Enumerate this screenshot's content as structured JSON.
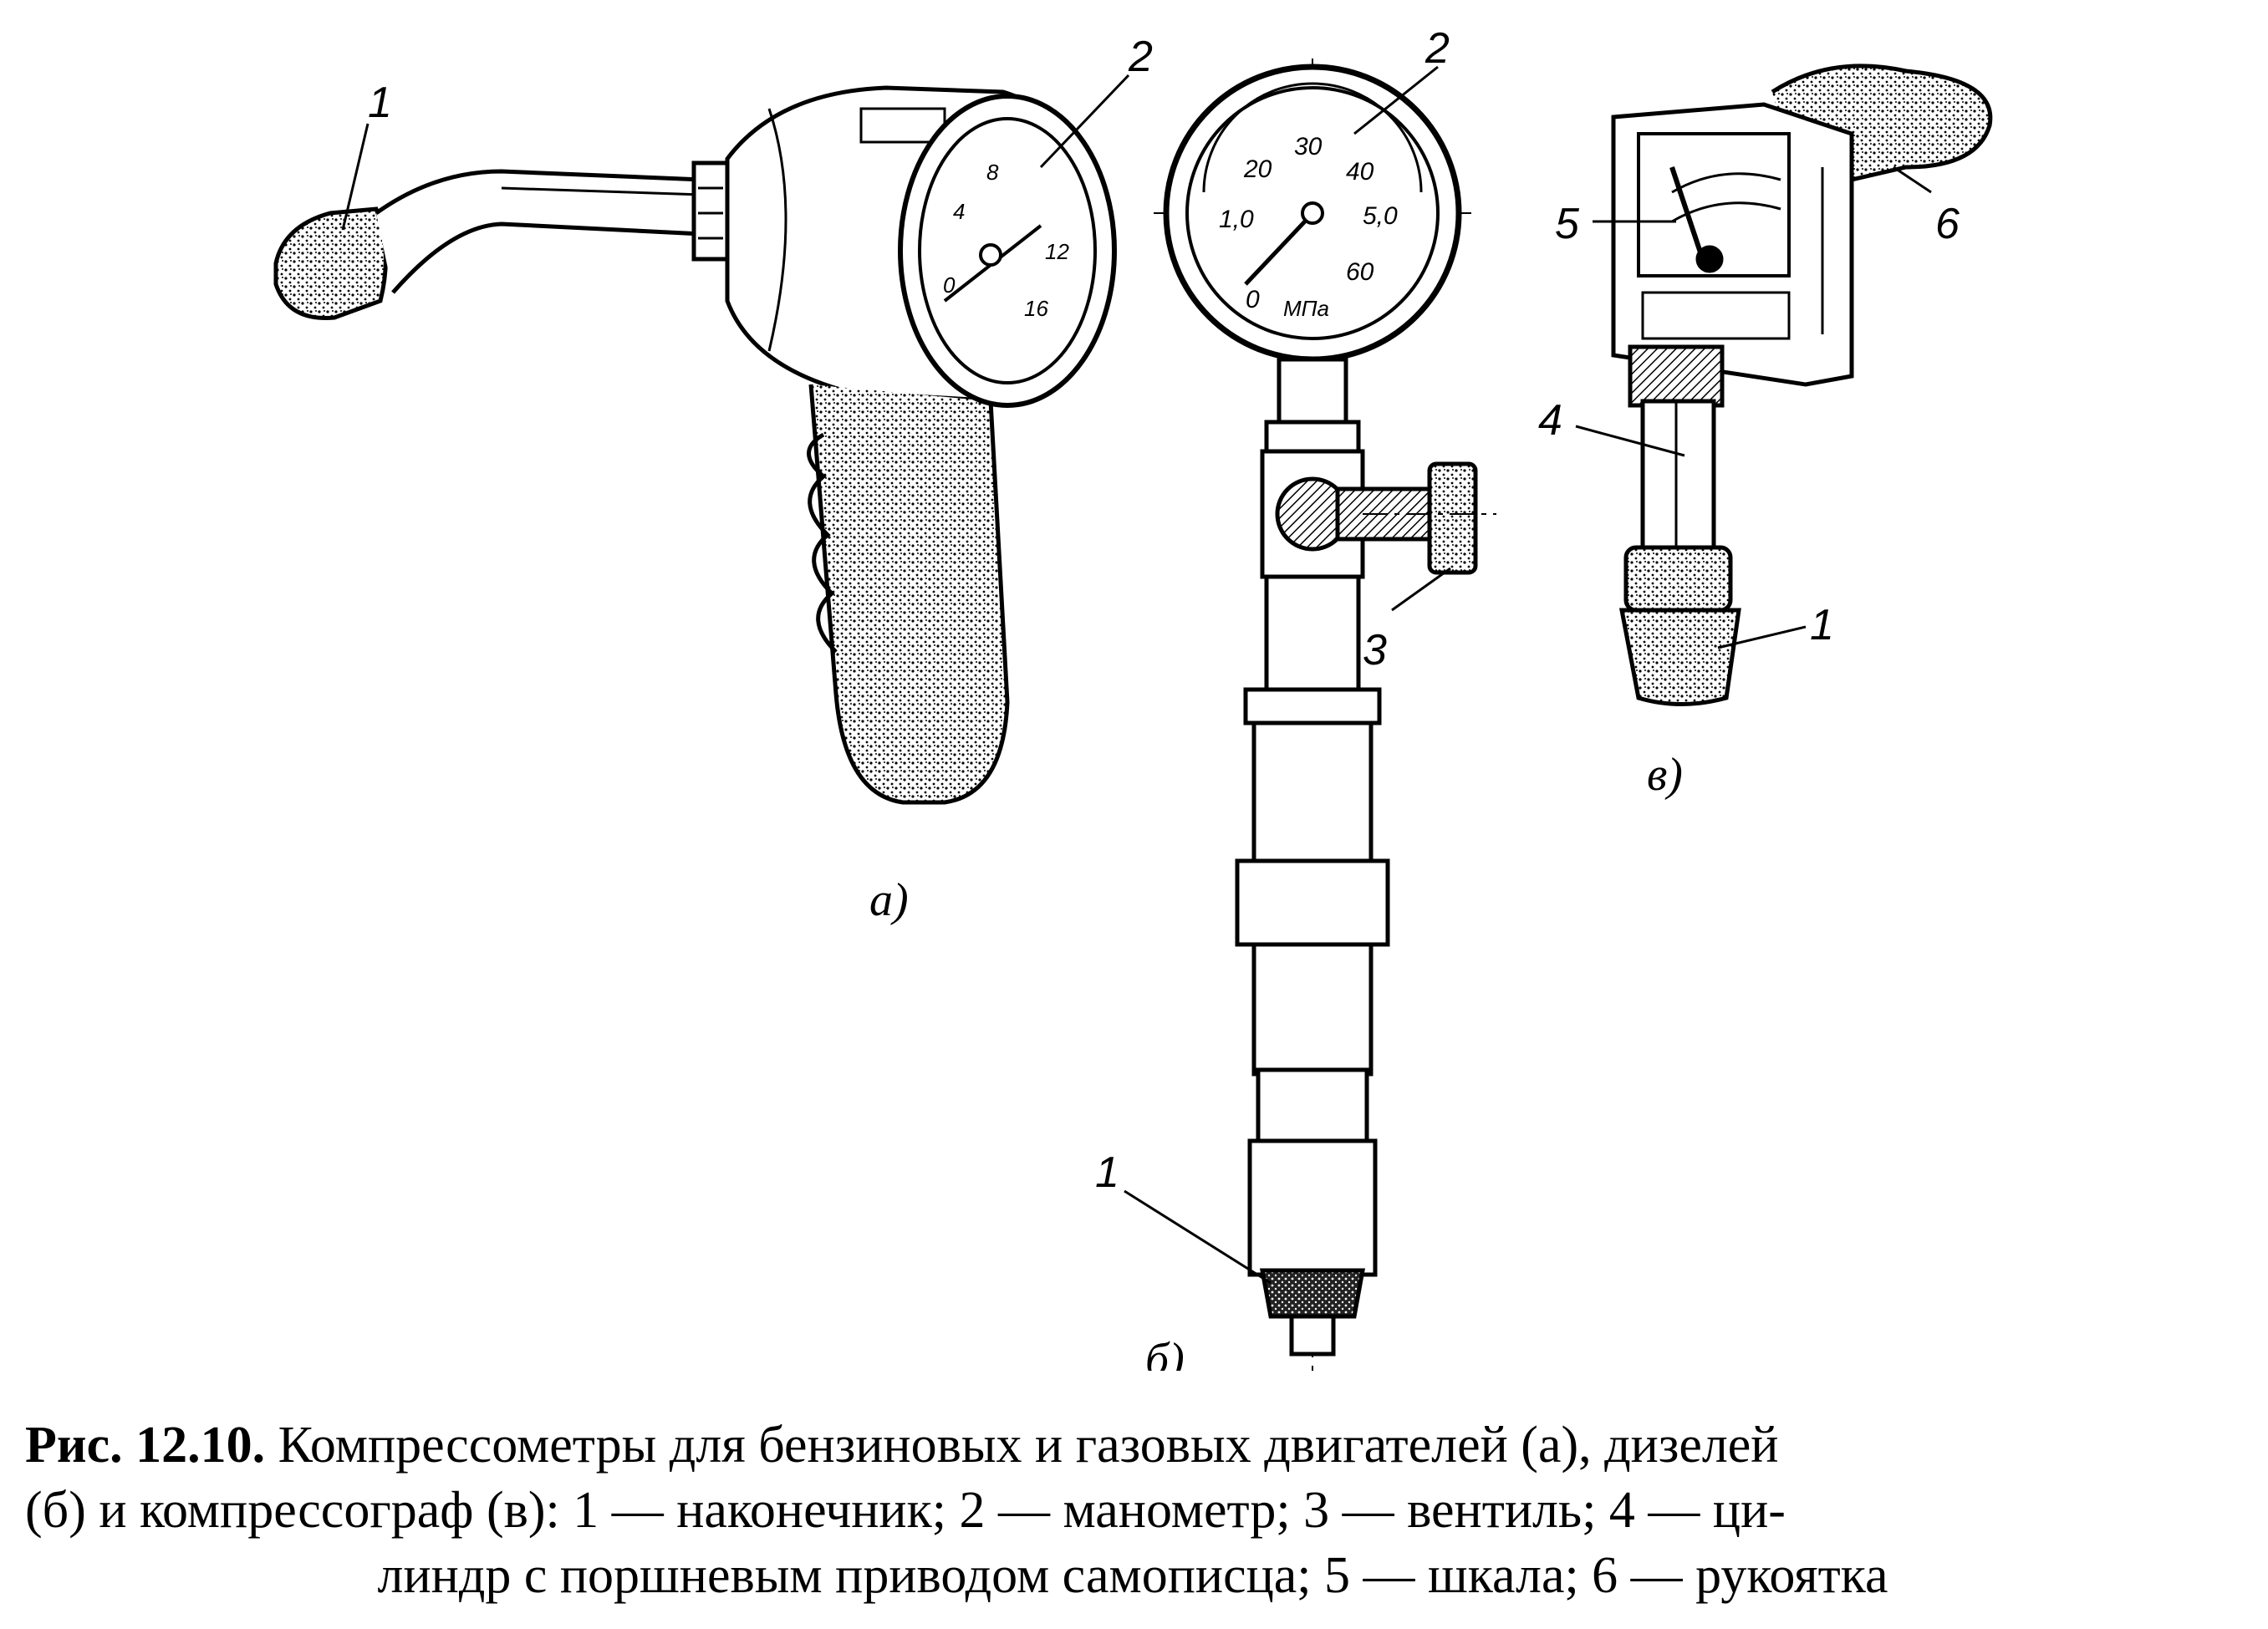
{
  "figure": {
    "labels": {
      "a_tip": "1",
      "a_gauge": "2",
      "b_gauge": "2",
      "b_valve": "3",
      "b_tip": "1",
      "v_cylinder": "4",
      "v_scale": "5",
      "v_handle": "6",
      "v_tip": "1"
    },
    "sublabels": {
      "a": "а)",
      "b": "б)",
      "v": "в)"
    },
    "gauge_a_ticks": [
      "0",
      "4",
      "8",
      "12",
      "16"
    ],
    "gauge_b_ticks": [
      "0",
      "1,0",
      "20",
      "30",
      "40",
      "5,0",
      "60"
    ],
    "gauge_b_unit": "МПа"
  },
  "caption": {
    "prefix": "Рис. 12.10.",
    "line1": "Компрессометры для бензиновых и газовых двигателей (а), дизелей",
    "line2": "(б) и компрессограф (в): 1 — наконечник; 2 — манометр; 3 — вентиль;  4 — ци-",
    "line3": "линдр с поршневым приводом самописца; 5 — шкала; 6 — рукоятка"
  }
}
